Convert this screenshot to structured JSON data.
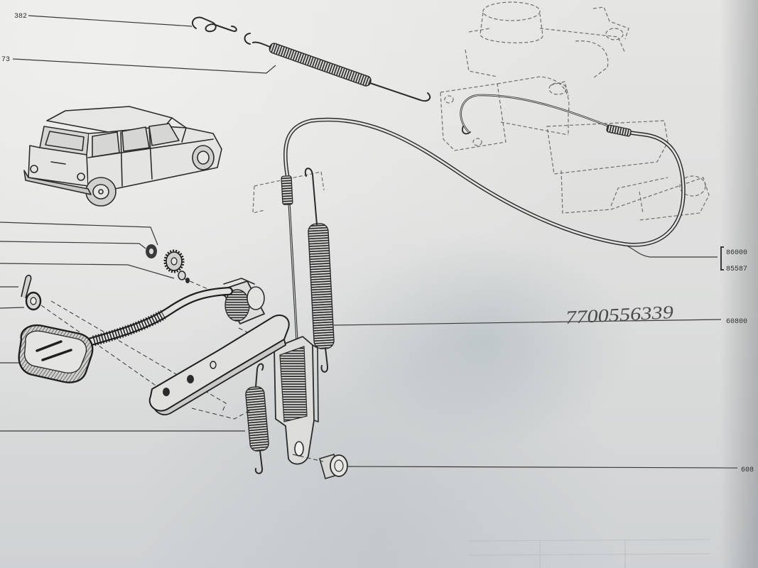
{
  "labels": {
    "top_left": {
      "upper": "382",
      "lower": "73"
    },
    "right": {
      "bracket_top": "86000",
      "bracket_bottom": "85587",
      "middle": "60800",
      "bottom": "608"
    }
  },
  "handwriting": {
    "part_number": "7700556339"
  },
  "colors": {
    "paper": "#dedfdd",
    "ink": "#2b2b2b",
    "pencil": "#4a4a4a"
  }
}
